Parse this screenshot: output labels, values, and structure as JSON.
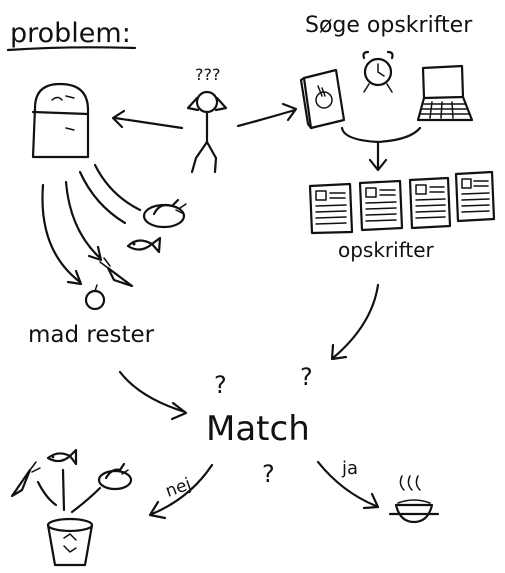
{
  "labels": {
    "problem": "problem:",
    "search_recipes": "Søge opskrifter",
    "recipes": "opskrifter",
    "leftovers": "mad rester",
    "match": "Match",
    "no": "nej",
    "yes": "ja",
    "confused": "???",
    "question": "?"
  },
  "icons": [
    "fridge-icon",
    "person-confused-icon",
    "cookbook-icon",
    "alarm-clock-icon",
    "laptop-icon",
    "recipe-card-icon",
    "chicken-plate-icon",
    "fish-icon",
    "carrot-icon",
    "apple-icon",
    "trash-bin-icon",
    "food-bowl-icon"
  ]
}
